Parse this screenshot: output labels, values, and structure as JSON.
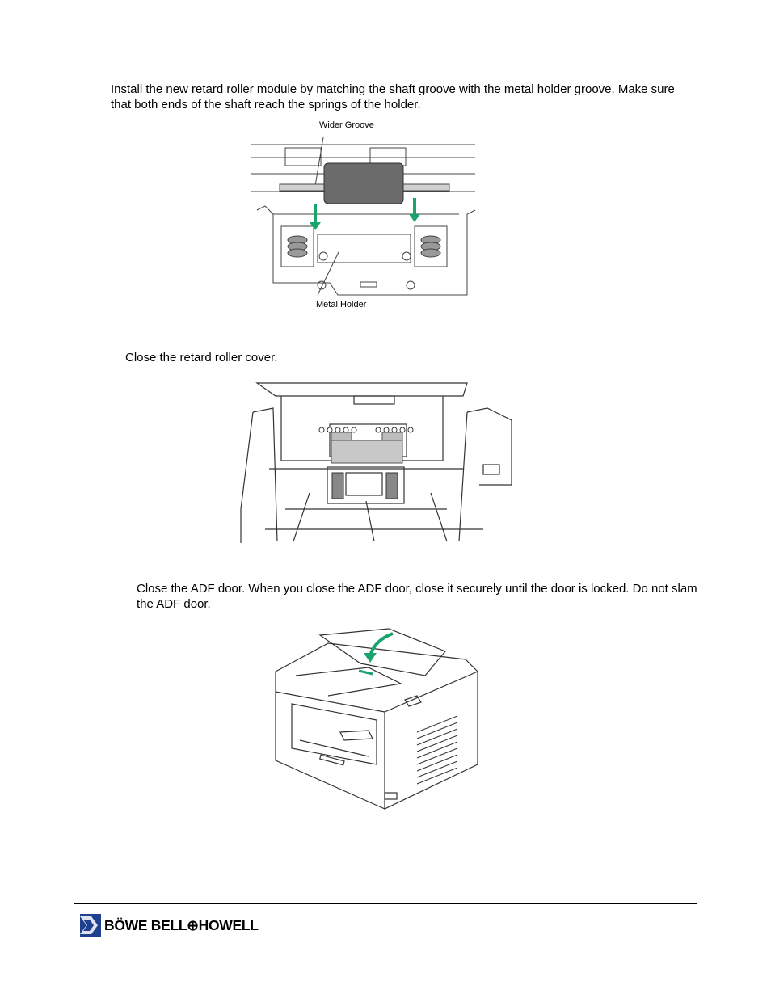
{
  "steps": {
    "install": {
      "text": "Install the new retard roller module by matching the shaft groove with the metal holder groove. Make sure that both ends of the shaft reach the springs of the holder."
    },
    "close_cover": {
      "text": "Close the retard roller cover."
    },
    "close_adf": {
      "text": "Close the ADF door.  When you close the ADF door, close it securely until the door is locked. Do not slam the ADF door."
    }
  },
  "figure1": {
    "label_top": "Wider Groove",
    "label_bottom": "Metal Holder"
  },
  "footer": {
    "logo_text": "BÖWE BELL⊕HOWELL",
    "brand_color": "#1f3f8f"
  },
  "colors": {
    "arrow_green": "#1aa36b",
    "roller_gray": "#6b6b6b"
  }
}
